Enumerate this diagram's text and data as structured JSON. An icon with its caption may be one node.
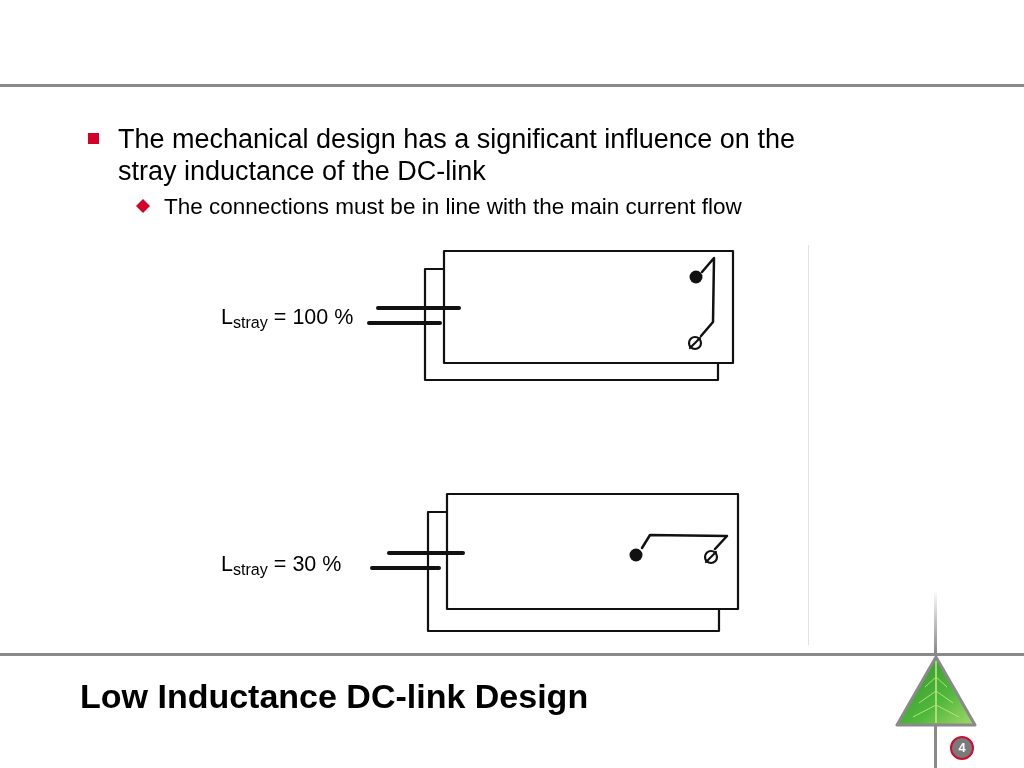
{
  "diagram": {
    "title": "Low Inductance DC-link Design",
    "labels": [
      "The mechanical design has a significant influence on the stray inductance of the DC-link",
      "The connections must be in line with the main current flow",
      "L$_{stray}$ = 100 %",
      "L$_{stray}$ = 30 %",
      "4"
    ]
  }
}
